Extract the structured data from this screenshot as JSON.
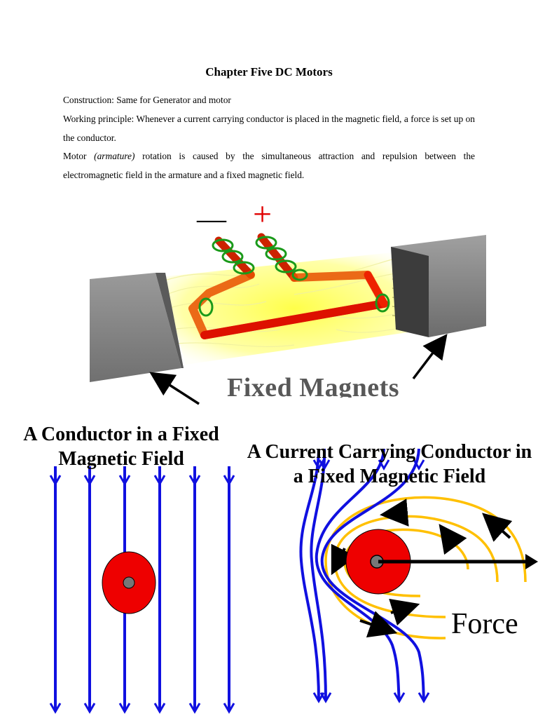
{
  "document": {
    "title": "Chapter Five   DC Motors",
    "paragraphs": {
      "construction": "Construction: Same for Generator and motor",
      "working": "Working principle: Whenever a current carrying conductor is placed in the magnetic field, a force is set up on the conductor.",
      "motor_prefix": "Motor ",
      "motor_italic": "(armature)",
      "motor_suffix": " rotation is caused by the simultaneous attraction and repulsion between the electromagnetic field in the armature and a fixed magnetic field."
    }
  },
  "figure_motor": {
    "minus_symbol": "—",
    "plus_symbol": "+",
    "magnets_label": "Fixed Magnets"
  },
  "figure_fields": {
    "left_title": "A Conductor in a Fixed Magnetic Field",
    "right_title": "A Current Carrying Conductor in a Fixed Magnetic Field",
    "force_label": "Force"
  },
  "colors": {
    "field_line": "#1010e0",
    "conductor": "#ee0000",
    "loop": "#ffc000",
    "magnet": "#8a8a8a",
    "field_glow": "#ffff60"
  }
}
